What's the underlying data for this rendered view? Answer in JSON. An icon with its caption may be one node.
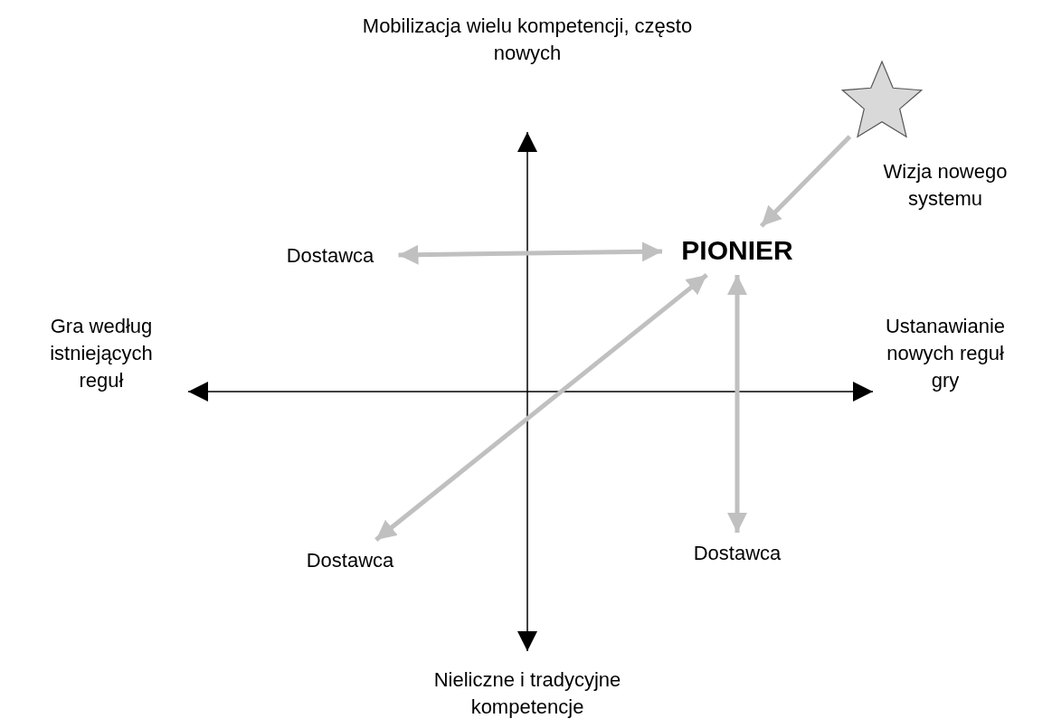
{
  "diagram": {
    "nodes": [
      {
        "text": [],
        "shape": "star",
        "beside": [
          "Wizja nowego systemu"
        ]
      },
      {
        "text": [
          "Dostawca"
        ]
      },
      {
        "text": [
          "PIONIER"
        ]
      },
      {
        "text": [
          "Dostawca"
        ]
      },
      {
        "text": [
          "Dostawca"
        ]
      }
    ],
    "edges": [
      {
        "from": 0,
        "to": 2,
        "arrow": "to"
      },
      {
        "from": 1,
        "to": 2,
        "arrow": "both"
      },
      {
        "from": 2,
        "to": 3,
        "arrow": "both"
      },
      {
        "from": 2,
        "to": 4,
        "arrow": "both"
      }
    ],
    "labels": [
      "Mobilizacja wielu kompetencji, często nowych",
      "Gra według istniejących reguł",
      "Ustanawianie nowych reguł gry",
      "Nieliczne i tradycyjne kompetencje"
    ]
  }
}
